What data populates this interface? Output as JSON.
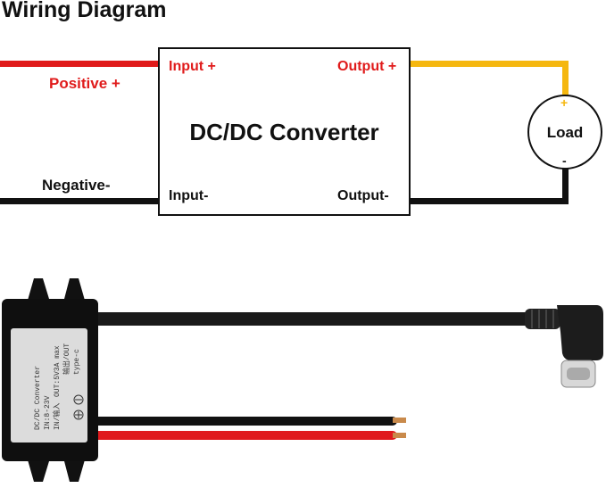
{
  "title": "Wiring Diagram",
  "wires": {
    "positive_label": "Positive +",
    "negative_label": "Negative-"
  },
  "converter": {
    "name": "DC/DC Converter",
    "input_pos": "Input +",
    "input_neg": "Input-",
    "output_pos": "Output +",
    "output_neg": "Output-"
  },
  "load": {
    "label": "Load",
    "plus": "+",
    "minus": "-"
  },
  "photo": {
    "module_line1": "DC/DC Converter",
    "module_line2": "IN:8-23V",
    "module_line3": "OUT:5V3A max",
    "module_line4": "IN/输入",
    "module_line5": "输出/OUT",
    "module_line6": "type-c"
  },
  "colors": {
    "positive_wire": "#e01b1b",
    "negative_wire": "#111111",
    "output_positive_wire": "#f5b70f"
  }
}
